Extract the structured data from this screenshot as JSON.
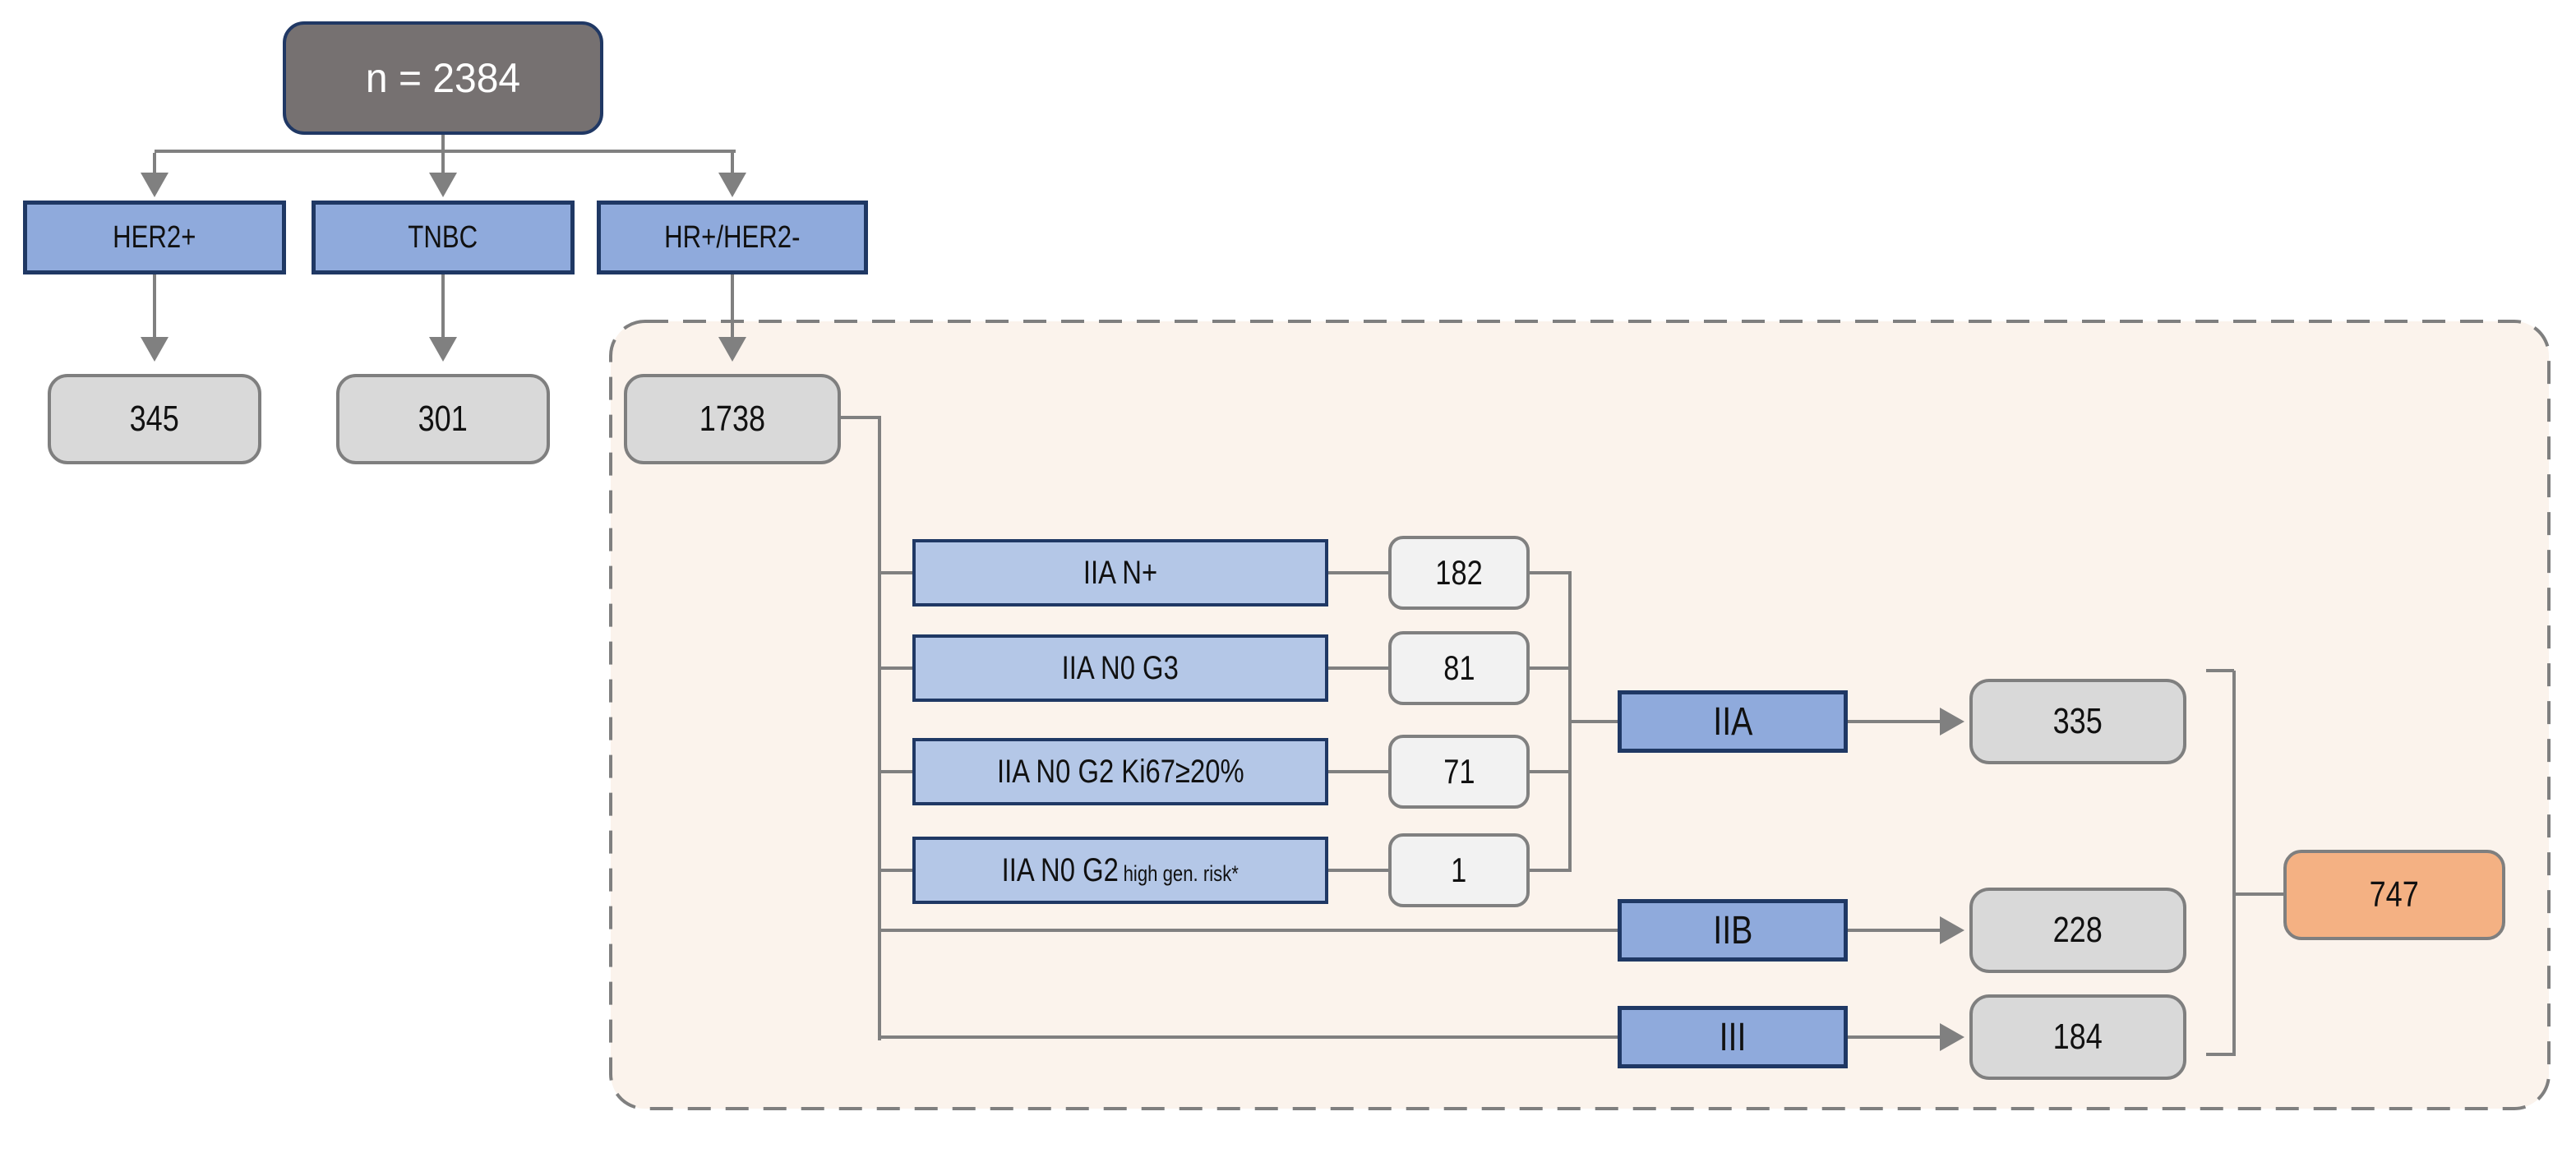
{
  "diagram": {
    "root": {
      "label": "n = 2384"
    },
    "branches": [
      {
        "label": "HER2+",
        "count": "345"
      },
      {
        "label": "TNBC",
        "count": "301"
      },
      {
        "label": "HR+/HER2-",
        "count": "1738"
      }
    ],
    "panel": {
      "criteria": [
        {
          "label": "IIA N+",
          "count": "182"
        },
        {
          "label": "IIA N0 G3",
          "count": "81"
        },
        {
          "label": "IIA N0 G2 Ki67≥20%",
          "count": "71"
        },
        {
          "label": "IIA N0 G2",
          "label_small": "high gen. risk*",
          "count": "1"
        }
      ],
      "stages": [
        {
          "label": "IIA",
          "count": "335"
        },
        {
          "label": "IIB",
          "count": "228"
        },
        {
          "label": "III",
          "count": "184"
        }
      ],
      "total": "747"
    },
    "colors": {
      "root_fill": "#767171",
      "navy_border": "#1F3864",
      "blue_primary": "#8FAADC",
      "blue_light": "#B4C7E7",
      "gray_box_fill": "#D9D9D9",
      "count_box_fill": "#F2F2F2",
      "orange_fill": "#F4B183",
      "connector_gray": "#808080",
      "panel_fill": "#FBF3EC",
      "panel_dash": "#7F7F7F"
    }
  }
}
